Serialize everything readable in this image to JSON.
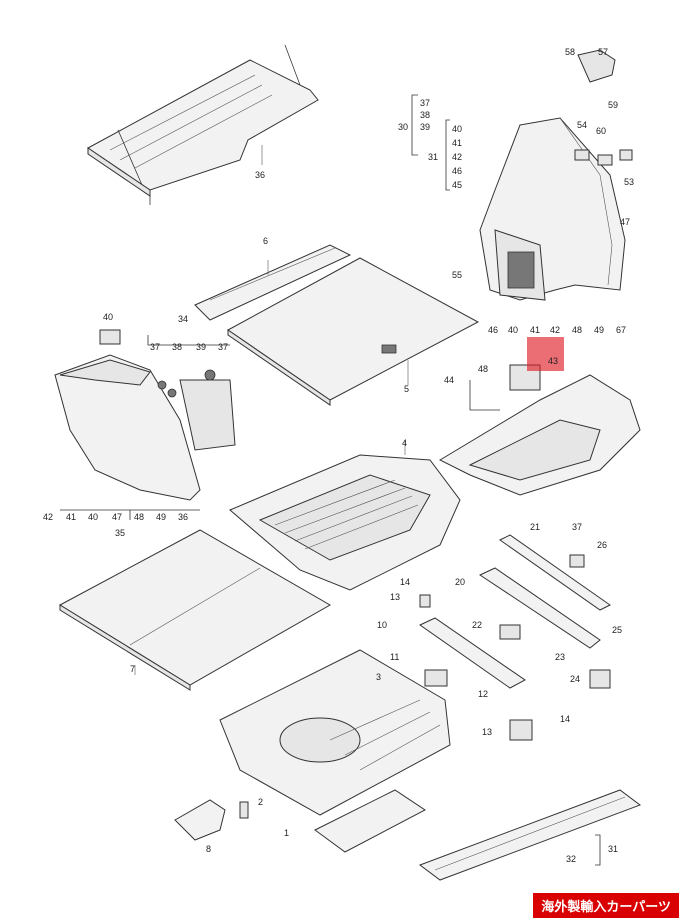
{
  "labels": {
    "l58": "58",
    "l57": "57",
    "l59": "59",
    "l37a": "37",
    "l38a": "38",
    "l39a": "39",
    "l30": "30",
    "l40a": "40",
    "l41a": "41",
    "l31": "31",
    "l42a": "42",
    "l46a": "46",
    "l45a": "45",
    "l54": "54",
    "l60": "60",
    "l53": "53",
    "l36a": "36",
    "l6": "6",
    "l55": "55",
    "l47a": "47",
    "l46b": "46",
    "l40b": "40",
    "l41b": "41",
    "l42b": "42",
    "l48a": "48",
    "l49a": "49",
    "l67": "67",
    "l43": "43",
    "l40c": "40",
    "l34": "34",
    "l37b": "37",
    "l38b": "38",
    "l39b": "39",
    "l37c": "37",
    "l5": "5",
    "l48b": "48",
    "l44": "44",
    "l4": "4",
    "l42c": "42",
    "l41c": "41",
    "l40d": "40",
    "l47b": "47",
    "l48c": "48",
    "l49b": "49",
    "l36b": "36",
    "l35": "35",
    "l21": "21",
    "l37d": "37",
    "l26": "26",
    "l20": "20",
    "l14a": "14",
    "l13a": "13",
    "l22": "22",
    "l10": "10",
    "l23": "23",
    "l25": "25",
    "l7": "7",
    "l11": "11",
    "l3": "3",
    "l12": "12",
    "l24": "24",
    "l14b": "14",
    "l13b": "13",
    "l2": "2",
    "l8": "8",
    "l1": "1",
    "l31b": "31",
    "l32": "32"
  },
  "watermark": "海外製輸入カーパーツ",
  "highlight_color": "#e0202a"
}
